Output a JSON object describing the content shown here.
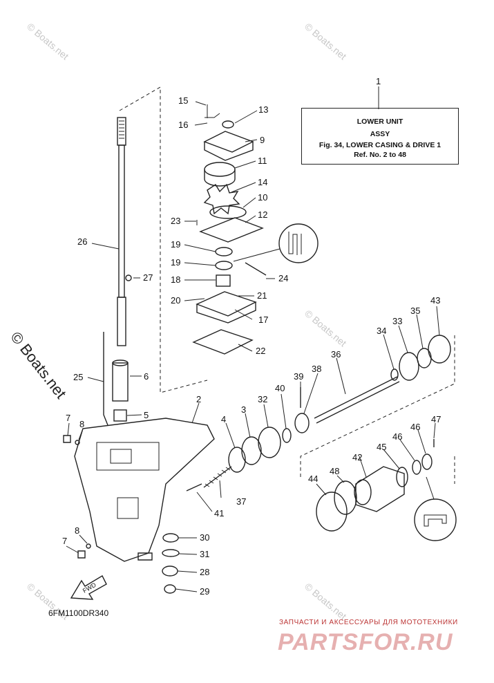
{
  "info_box": {
    "line1": "LOWER UNIT",
    "line2": "ASSY",
    "line3": "Fig. 34, LOWER CASING & DRIVE 1",
    "line4": "Ref. No. 2 to 48"
  },
  "callouts": [
    "1",
    "2",
    "3",
    "4",
    "5",
    "6",
    "7",
    "8",
    "9",
    "10",
    "11",
    "12",
    "13",
    "14",
    "15",
    "16",
    "17",
    "18",
    "19",
    "20",
    "21",
    "22",
    "23",
    "24",
    "25",
    "26",
    "27",
    "28",
    "29",
    "30",
    "31",
    "32",
    "33",
    "34",
    "35",
    "36",
    "37",
    "38",
    "39",
    "40",
    "41",
    "42",
    "43",
    "44",
    "45",
    "46",
    "47",
    "48"
  ],
  "diagram_code": "6FM1100DR340",
  "watermark_text": "© Boats.net",
  "side_watermark": "© Boats.net",
  "brand_tagline": "ЗАПЧАСТИ И АКСЕССУАРЫ ДЛЯ МОТОТЕХНИКИ",
  "brand_logo": "PARTSFOR.RU",
  "fwd_arrow_label": "FWD",
  "colors": {
    "line": "#222222",
    "watermark": "#c8c8c8",
    "brand": "#e6b0b0"
  }
}
